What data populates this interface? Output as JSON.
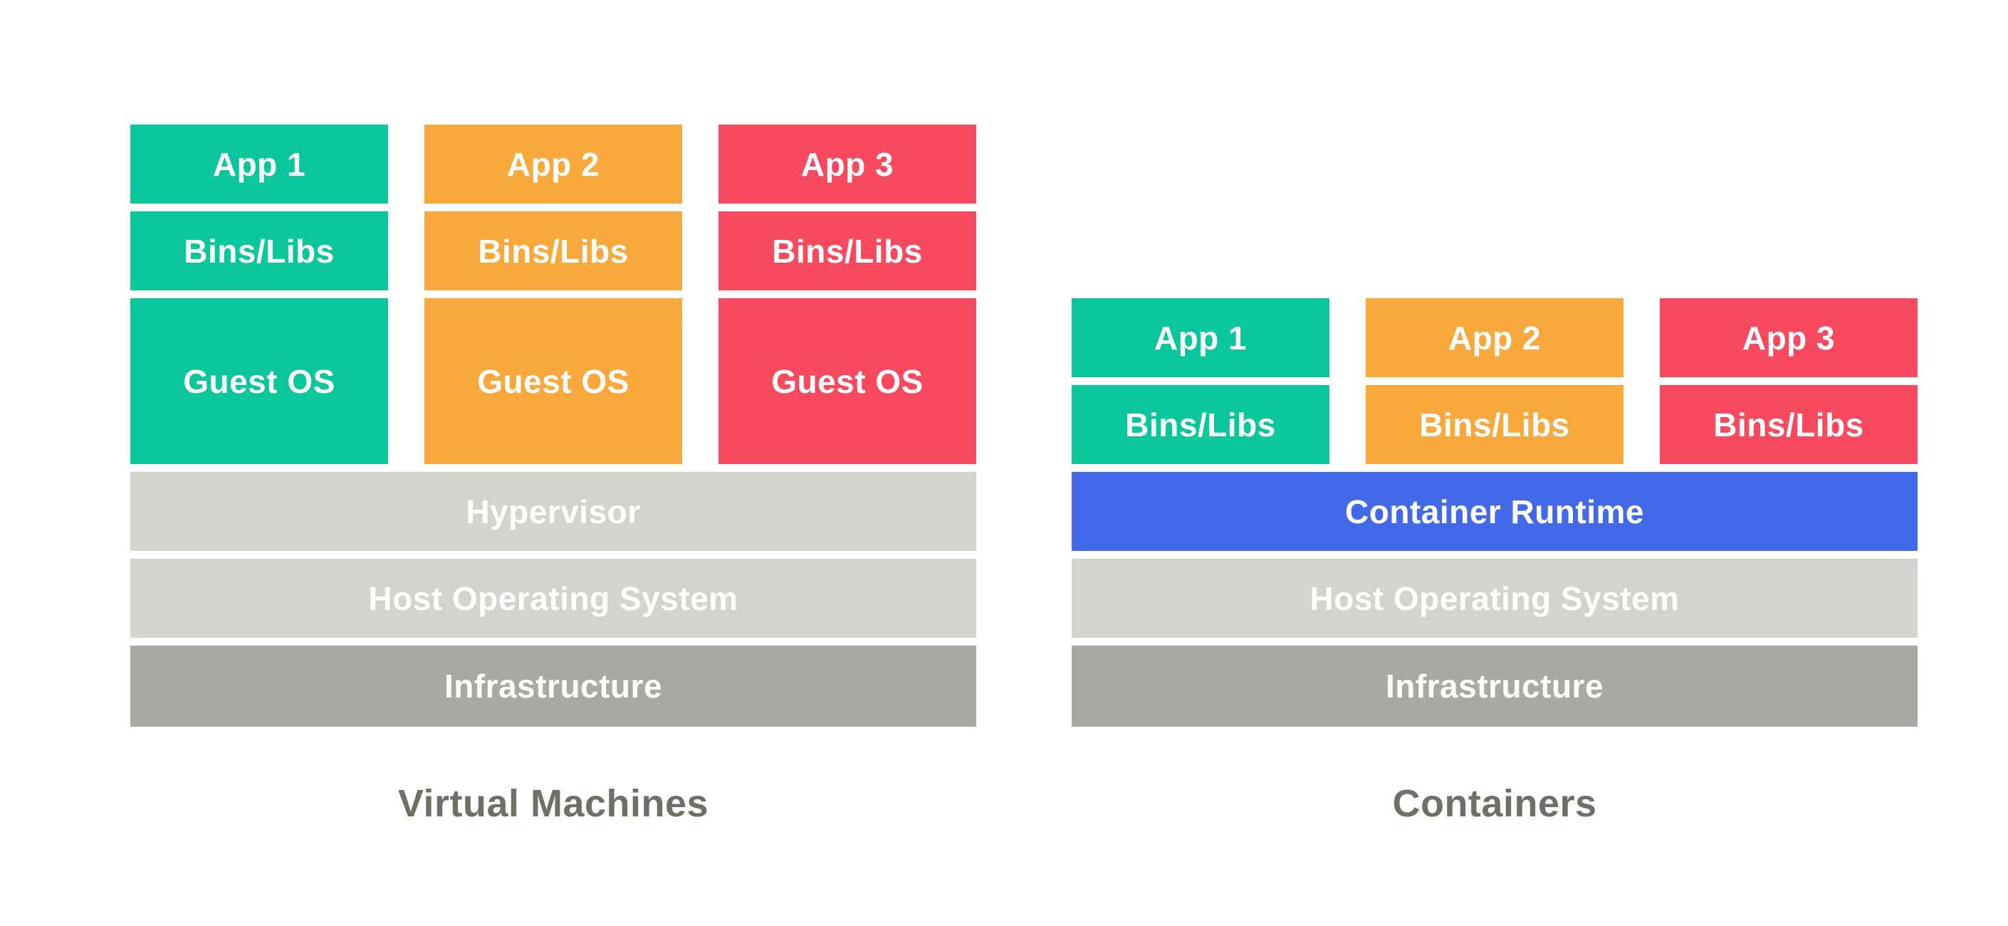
{
  "palette": {
    "green": "#0ac79b",
    "orange": "#f9a83c",
    "red": "#f9495e",
    "blue": "#4169e8",
    "light_gray": "#d3d4ce",
    "dark_gray": "#a9a8a2",
    "caption_text": "#6f6f66",
    "block_text": "#ffffff",
    "background": "#ffffff"
  },
  "vm": {
    "caption": "Virtual Machines",
    "columns": [
      {
        "app": "App 1",
        "bins": "Bins/Libs",
        "guest": "Guest OS"
      },
      {
        "app": "App 2",
        "bins": "Bins/Libs",
        "guest": "Guest OS"
      },
      {
        "app": "App 3",
        "bins": "Bins/Libs",
        "guest": "Guest OS"
      }
    ],
    "layers": {
      "hypervisor": "Hypervisor",
      "host_os": "Host Operating System",
      "infrastructure": "Infrastructure"
    }
  },
  "containers": {
    "caption": "Containers",
    "columns": [
      {
        "app": "App 1",
        "bins": "Bins/Libs"
      },
      {
        "app": "App 2",
        "bins": "Bins/Libs"
      },
      {
        "app": "App 3",
        "bins": "Bins/Libs"
      }
    ],
    "layers": {
      "runtime": "Container Runtime",
      "host_os": "Host Operating System",
      "infrastructure": "Infrastructure"
    }
  }
}
